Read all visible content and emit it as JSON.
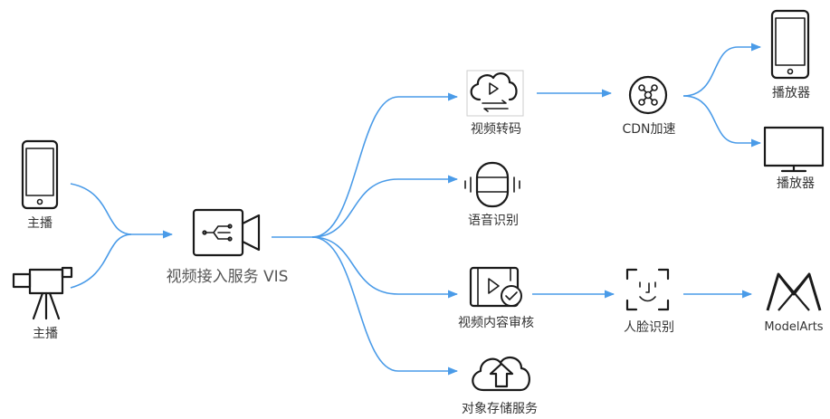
{
  "nodes": {
    "anchor_phone": "主播",
    "anchor_camera": "主播",
    "vis": "视频接入服务 VIS",
    "transcode": "视频转码",
    "speech": "语音识别",
    "moderation": "视频内容审核",
    "obs": "对象存储服务",
    "cdn": "CDN加速",
    "face": "人脸识别",
    "player_phone": "播放器",
    "player_monitor": "播放器",
    "modelarts": "ModelArts"
  },
  "colors": {
    "connector": "#4a9be8",
    "icon": "#1a1a1a",
    "label": "#333333"
  },
  "icons": {
    "anchor_phone": "smartphone-icon",
    "anchor_camera": "video-camera-icon",
    "vis": "video-access-icon",
    "transcode": "cloud-transcode-icon",
    "speech": "microphone-icon",
    "moderation": "video-review-icon",
    "obs": "cloud-upload-icon",
    "cdn": "cdn-icon",
    "face": "face-scan-icon",
    "player_phone": "smartphone-icon",
    "player_monitor": "monitor-icon",
    "modelarts": "modelarts-logo-icon"
  }
}
